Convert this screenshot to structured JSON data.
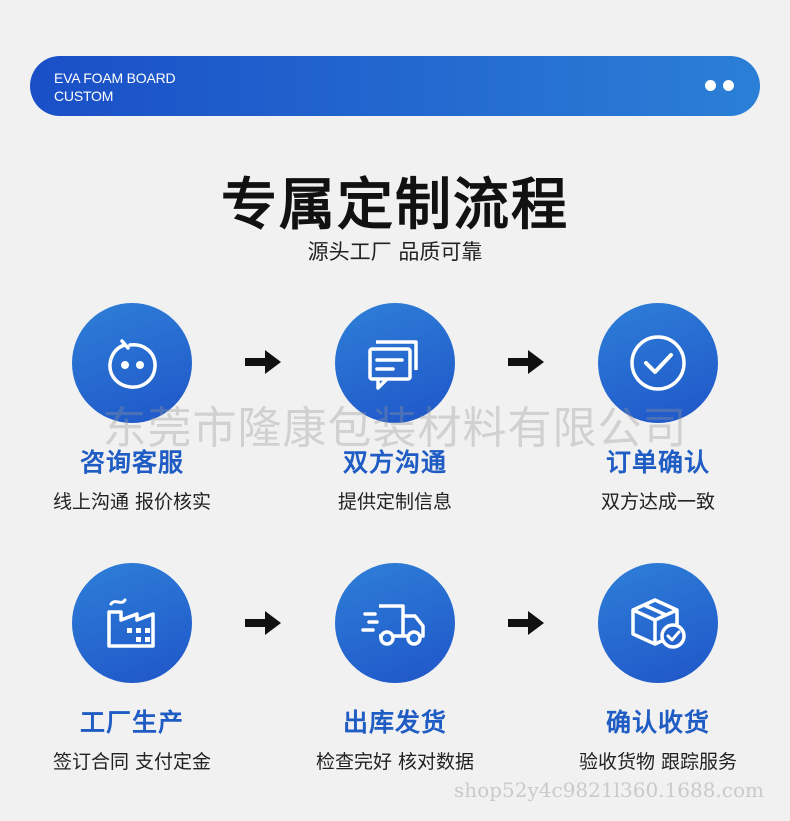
{
  "banner": {
    "line1": "EVA FOAM BOARD",
    "line2": "CUSTOM"
  },
  "title": "专属定制流程",
  "subtitle": "源头工厂 品质可靠",
  "steps": [
    {
      "title": "咨询客服",
      "desc": "线上沟通 报价核实",
      "icon": "chat-bot-icon"
    },
    {
      "title": "双方沟通",
      "desc": "提供定制信息",
      "icon": "message-icon"
    },
    {
      "title": "订单确认",
      "desc": "双方达成一致",
      "icon": "check-circle-icon"
    },
    {
      "title": "工厂生产",
      "desc": "签订合同 支付定金",
      "icon": "factory-icon"
    },
    {
      "title": "出库发货",
      "desc": "检查完好 核对数据",
      "icon": "truck-icon"
    },
    {
      "title": "确认收货",
      "desc": "验收货物 跟踪服务",
      "icon": "box-check-icon"
    }
  ],
  "watermark": "东莞市隆康包装材料有限公司",
  "watermark_url": "shop52y4c9821l360.1688.com",
  "colors": {
    "accent": "#1f5cc4",
    "banner_start": "#1a4fc7",
    "banner_end": "#2b7fd6"
  }
}
